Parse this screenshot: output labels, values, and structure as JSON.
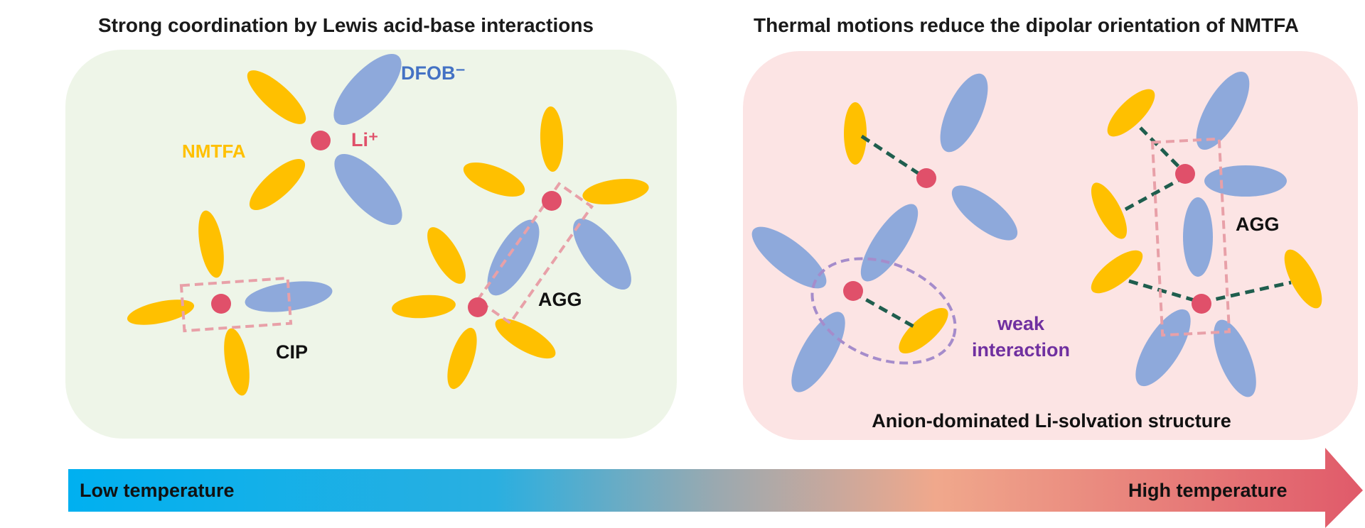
{
  "titles": {
    "left": "Strong coordination by Lewis acid-base interactions",
    "right": "Thermal motions reduce the dipolar orientation of NMTFA"
  },
  "labels": {
    "dfob": "DFOB⁻",
    "nmtfa": "NMTFA",
    "li": "Li⁺",
    "cip": "CIP",
    "agg_left": "AGG",
    "agg_right": "AGG",
    "weak_line1": "weak",
    "weak_line2": "interaction",
    "solvation": "Anion-dominated Li-solvation structure"
  },
  "arrow": {
    "left_label": "Low temperature",
    "right_label": "High temperature"
  },
  "colors": {
    "nmtfa": "#FFC000",
    "dfob": "#8EA9DB",
    "li": "#E0506A",
    "left_panel": "#EEF5E8",
    "right_panel": "#FCE4E4",
    "dashed_box": "#E8A0A8",
    "weak_ring": "#A58CCB",
    "bond": "#1F5E4E",
    "dfob_text": "#4472C4",
    "weak_text": "#7030A0",
    "arrow_cold": "#00B0F0",
    "arrow_warm": "#E05A6A"
  }
}
